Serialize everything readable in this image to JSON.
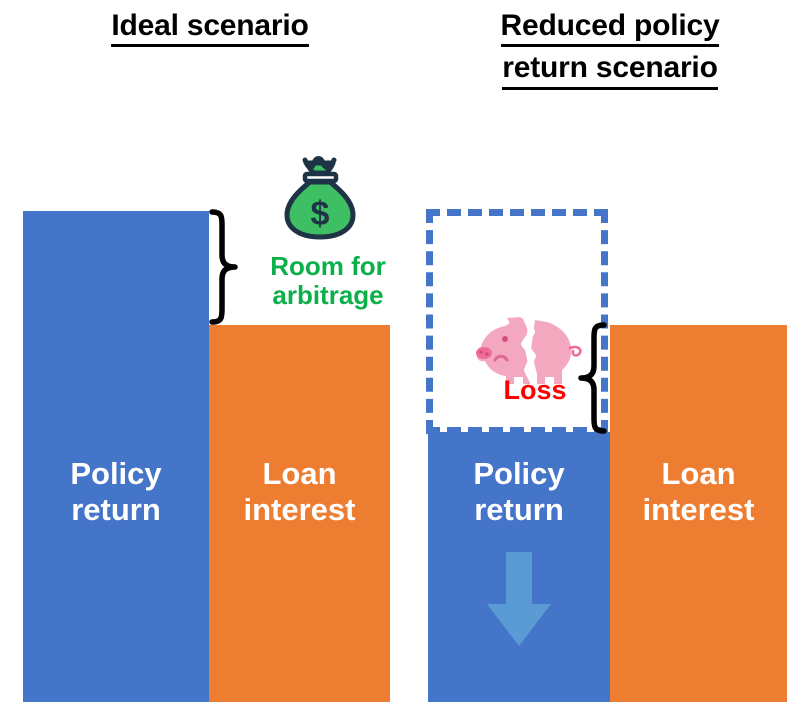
{
  "panels": {
    "left": {
      "title": "Ideal scenario",
      "bars": [
        {
          "label": "Policy\nreturn",
          "color": "#4575C8",
          "value": 100
        },
        {
          "label": "Loan\ninterest",
          "color": "#ED7D31",
          "value": 77
        }
      ],
      "annotation": {
        "text": "Room for\narbitrage",
        "color": "#0CB04A",
        "icon": "money-bag-icon"
      }
    },
    "right": {
      "title_line1": "Reduced policy",
      "title_line2": "return scenario",
      "bars": [
        {
          "label": "Policy\nreturn",
          "color": "#4575C8",
          "value": 55
        },
        {
          "label": "Loan\ninterest",
          "color": "#ED7D31",
          "value": 77
        }
      ],
      "ghost_box": {
        "name": "lost-policy-return-outline",
        "border_color": "#4575C8",
        "style": "dashed"
      },
      "annotation": {
        "text": "Loss",
        "color": "#FF0000",
        "icon": "broken-piggy-bank-icon"
      },
      "trend_icon": {
        "name": "down-arrow-icon",
        "color": "#5B9BD5"
      }
    }
  },
  "chart_data": {
    "type": "bar",
    "title": "Ideal scenario vs. Reduced policy return scenario",
    "groups": [
      "Ideal scenario",
      "Reduced policy return scenario"
    ],
    "categories": [
      "Policy return",
      "Loan interest"
    ],
    "series": [
      {
        "name": "Ideal scenario",
        "values": [
          100,
          77
        ]
      },
      {
        "name": "Reduced policy return scenario",
        "values": [
          55,
          77
        ]
      }
    ],
    "colors": {
      "Policy return": "#4575C8",
      "Loan interest": "#ED7D31"
    },
    "annotations": [
      {
        "group": "Ideal scenario",
        "text": "Room for arbitrage",
        "color": "#0CB04A",
        "span": [
          77,
          100
        ]
      },
      {
        "group": "Reduced policy return scenario",
        "text": "Loss",
        "color": "#FF0000",
        "span": [
          55,
          77
        ]
      }
    ],
    "xlabel": "",
    "ylabel": "",
    "grid": false,
    "legend": "none"
  }
}
